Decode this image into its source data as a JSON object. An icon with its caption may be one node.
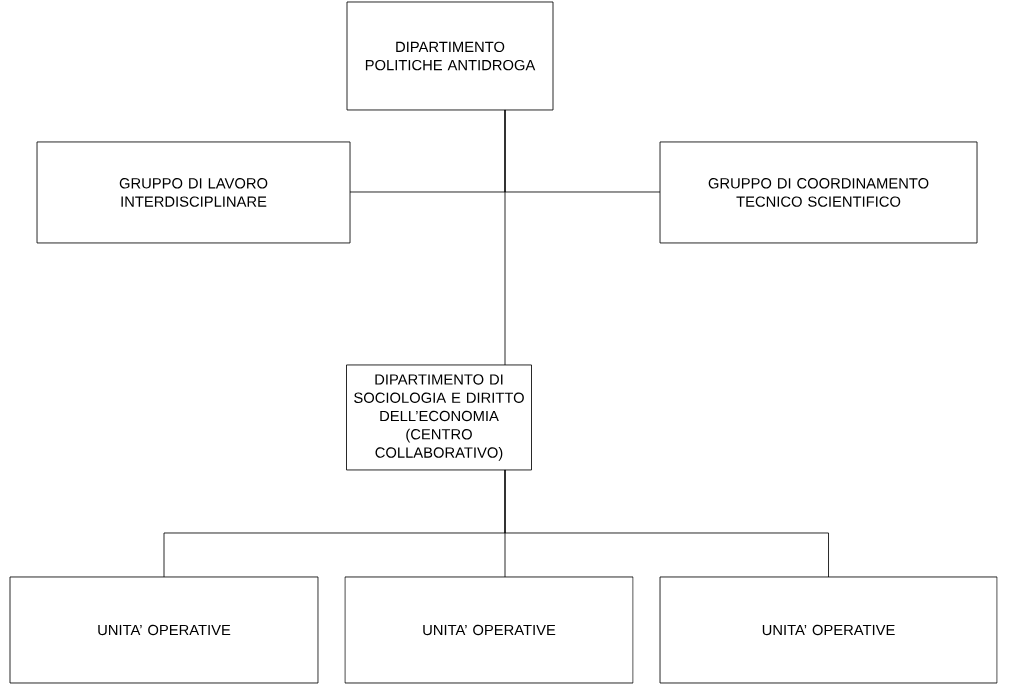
{
  "diagram": {
    "nodes": [
      {
        "text": [
          "DIPARTIMENTO POLITICHE ANTIDROGA"
        ]
      },
      {
        "text": [
          "GRUPPO DI LAVORO INTERDISCIPLINARE"
        ]
      },
      {
        "text": [
          "GRUPPO DI COORDINAMENTO TECNICO SCIENTIFICO"
        ]
      },
      {
        "text": [
          "DIPARTIMENTO DI SOCIOLOGIA E DIRITTO DELL’ECONOMIA (CENTRO COLLABORATIVO)"
        ]
      },
      {
        "text": [
          "UNITA’ OPERATIVE"
        ]
      },
      {
        "text": [
          "UNITA’ OPERATIVE"
        ]
      },
      {
        "text": [
          "UNITA’ OPERATIVE"
        ]
      }
    ],
    "edges": [
      {
        "from": 0,
        "to": 1,
        "arrow": "none"
      },
      {
        "from": 0,
        "to": 2,
        "arrow": "none"
      },
      {
        "from": 0,
        "to": 3,
        "arrow": "none"
      },
      {
        "from": 3,
        "to": 4,
        "arrow": "none"
      },
      {
        "from": 3,
        "to": 5,
        "arrow": "none"
      },
      {
        "from": 3,
        "to": 6,
        "arrow": "none"
      }
    ]
  }
}
